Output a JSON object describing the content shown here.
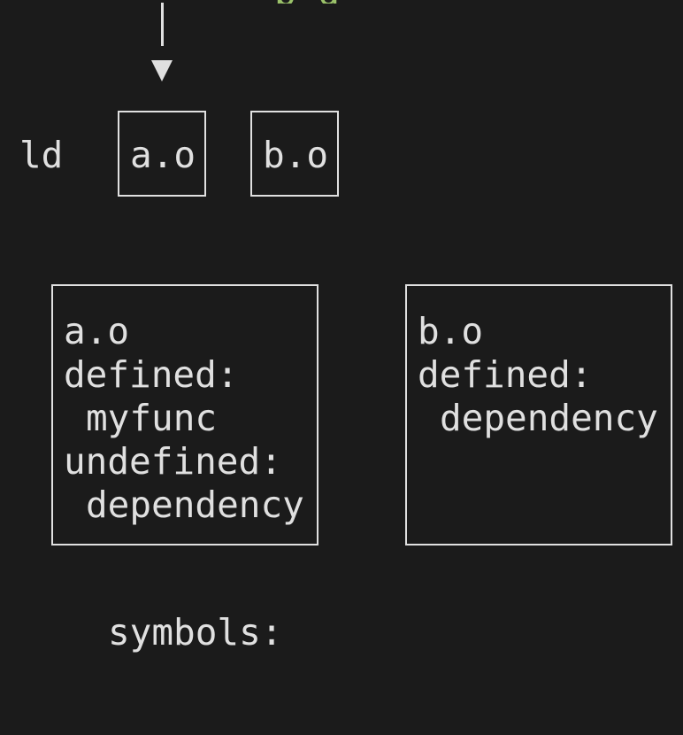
{
  "top_partial_text": "p g",
  "linker_label": "ld",
  "inputs": [
    {
      "name": "a.o"
    },
    {
      "name": "b.o"
    }
  ],
  "objects": [
    {
      "name": "a.o",
      "defined_label": "defined:",
      "defined": [
        "myfunc"
      ],
      "undefined_label": "undefined:",
      "undefined": [
        "dependency"
      ]
    },
    {
      "name": "b.o",
      "defined_label": "defined:",
      "defined": [
        "dependency"
      ]
    }
  ],
  "symbols_label": "symbols:"
}
